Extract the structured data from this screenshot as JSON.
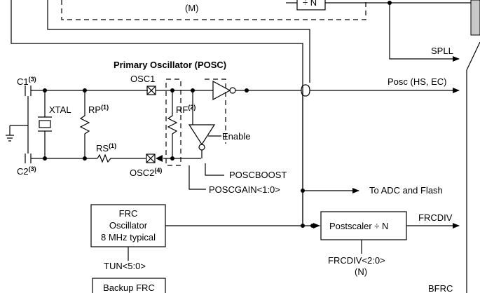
{
  "pll": {
    "m_label": "(M)",
    "n_label": "÷ N"
  },
  "posc": {
    "title": "Primary Oscillator",
    "abbr": "(POSC)"
  },
  "crystal": {
    "c1": "C1",
    "c1_note": "(3)",
    "c2": "C2",
    "c2_note": "(3)",
    "xtal": "XTAL",
    "rp": "RP",
    "rp_note": "(1)",
    "rs": "RS",
    "rs_note": "(1)"
  },
  "pins": {
    "osc1": "OSC1",
    "osc2": "OSC2",
    "osc2_note": "(4)"
  },
  "core": {
    "rf": "RF",
    "rf_note": "(2)",
    "enable": "Enable",
    "poscboost": "POSCBOOST",
    "poscgain": "POSCGAIN<1:0>"
  },
  "signals": {
    "spll": "SPLL",
    "posc": "Posc (HS, EC)",
    "adc_flash": "To ADC and Flash",
    "frcdiv": "FRCDIV",
    "bfrc": "BFRC"
  },
  "frc": {
    "line1": "FRC",
    "line2": "Oscillator",
    "line3": "8 MHz typical",
    "tun": "TUN<5:0>"
  },
  "backup": {
    "label": "Backup FRC"
  },
  "postscaler": {
    "label": "Postscaler ÷ N",
    "select": "FRCDIV<2:0>",
    "select_n": "(N)"
  }
}
